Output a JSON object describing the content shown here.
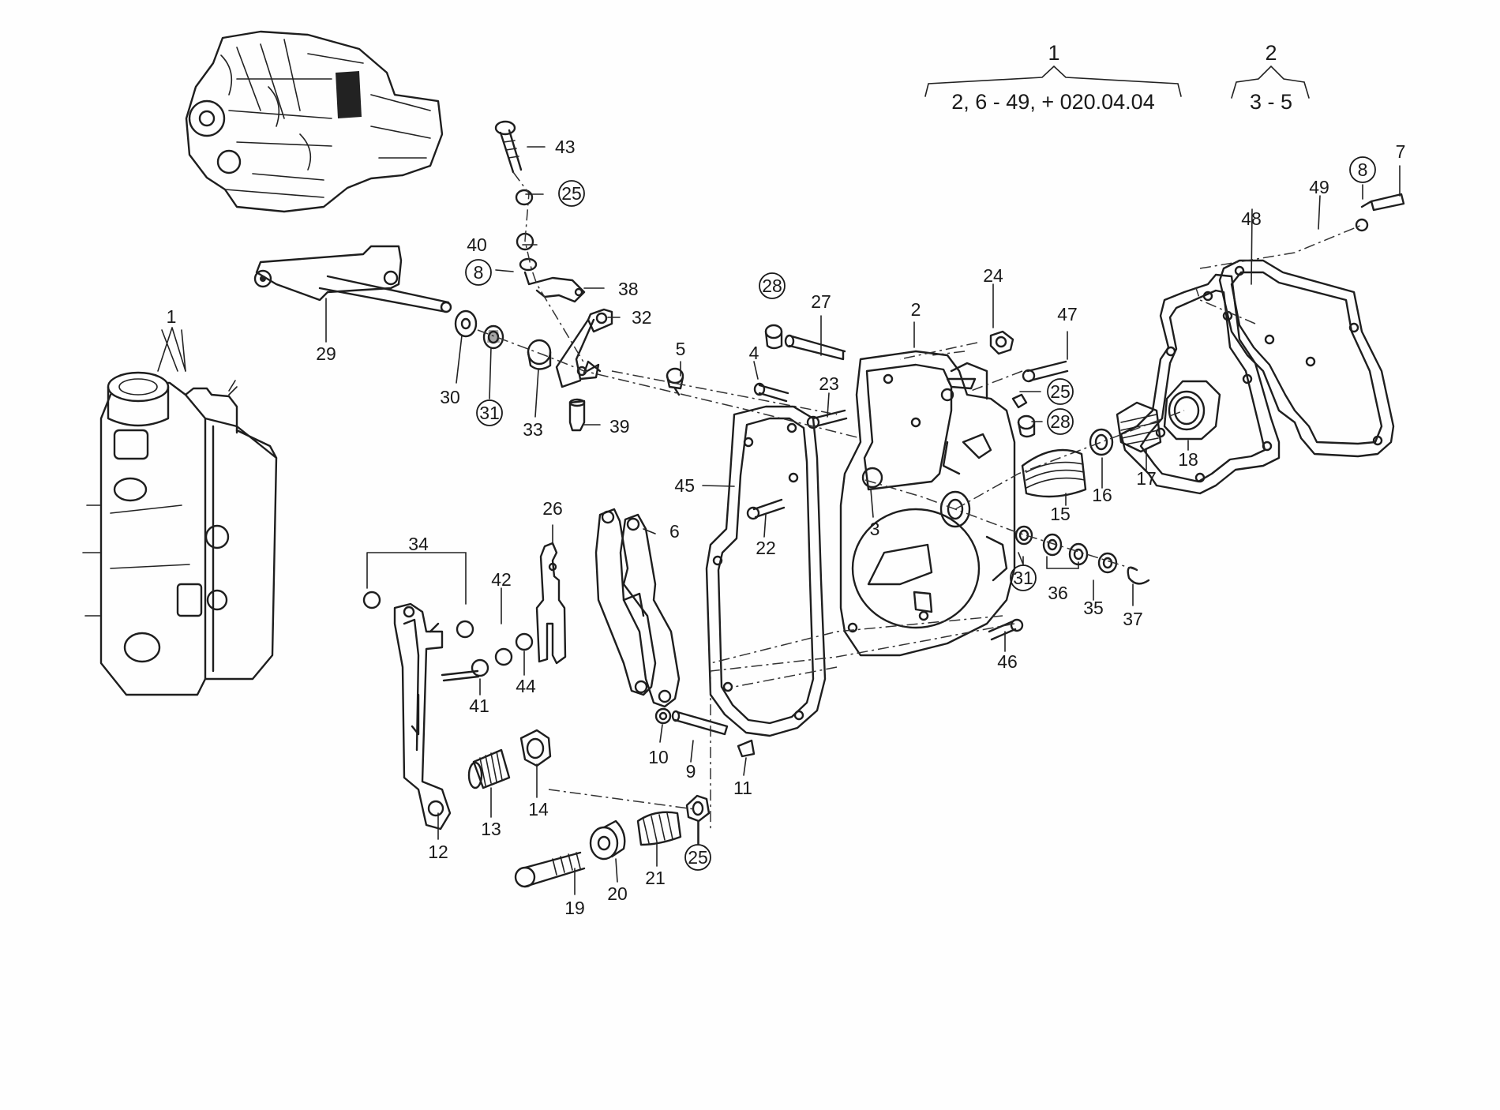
{
  "legend": {
    "group1": {
      "number": "1",
      "range": "2, 6 - 49, + 020.04.04"
    },
    "group2": {
      "number": "2",
      "range": "3 - 5"
    }
  },
  "callouts": {
    "p1": "1",
    "p2": "2",
    "p3": "3",
    "p4": "4",
    "p5": "5",
    "p6": "6",
    "p7": "7",
    "p8a": "8",
    "p8b": "8",
    "p9": "9",
    "p10": "10",
    "p11": "11",
    "p12": "12",
    "p13": "13",
    "p14": "14",
    "p15": "15",
    "p16": "16",
    "p17": "17",
    "p18": "18",
    "p19": "19",
    "p20": "20",
    "p21": "21",
    "p22": "22",
    "p23": "23",
    "p24": "24",
    "p25a": "25",
    "p25b": "25",
    "p25c": "25",
    "p26": "26",
    "p27": "27",
    "p28a": "28",
    "p28b": "28",
    "p29": "29",
    "p30": "30",
    "p31a": "31",
    "p31b": "31",
    "p32": "32",
    "p33": "33",
    "p34": "34",
    "p35": "35",
    "p36": "36",
    "p37": "37",
    "p38": "38",
    "p39": "39",
    "p40": "40",
    "p41": "41",
    "p42": "42",
    "p43": "43",
    "p44": "44",
    "p45": "45",
    "p46": "46",
    "p47": "47",
    "p48": "48",
    "p49": "49"
  }
}
